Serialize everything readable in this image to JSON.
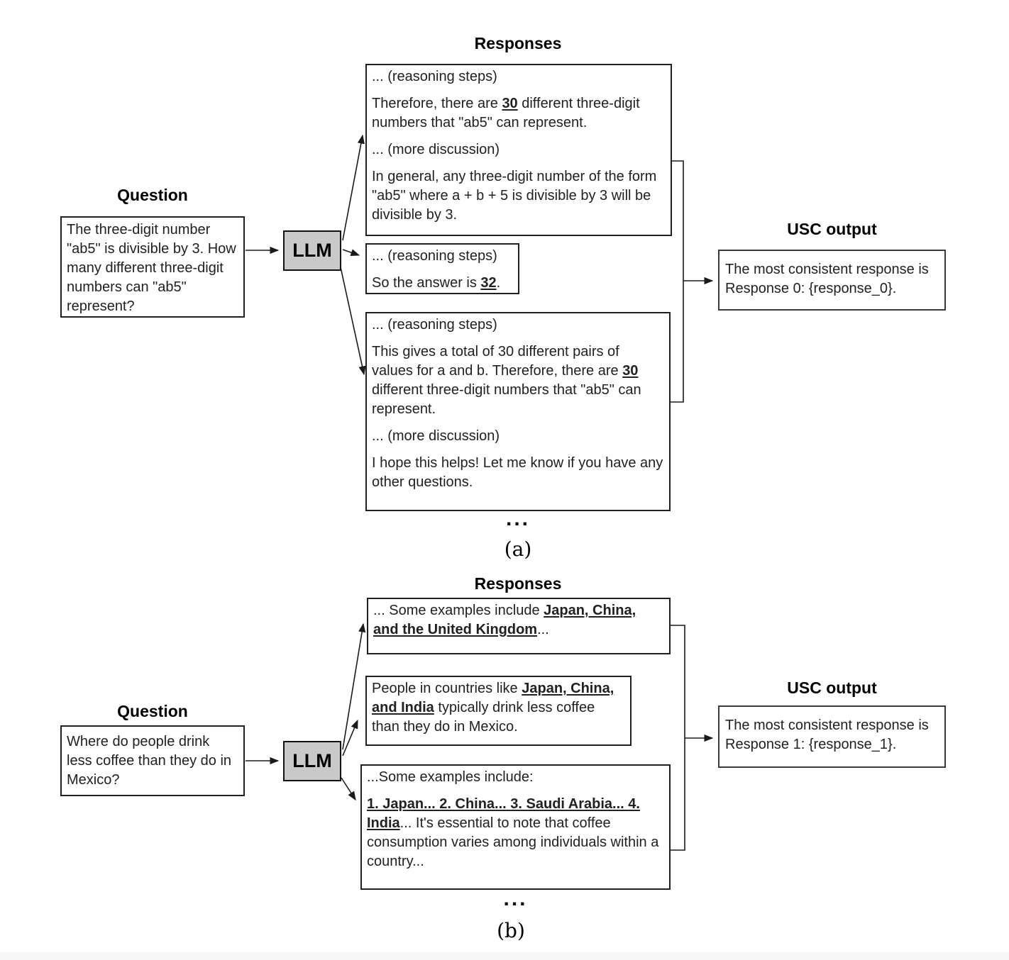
{
  "colors": {
    "llm_box_fill": "#c9c9c9",
    "box_border": "#1f1f1f",
    "text": "#212121"
  },
  "panel_a": {
    "caption": "(a)",
    "responses_title": "Responses",
    "question_title": "Question",
    "usc_title": "USC output",
    "llm_label": "LLM",
    "question": "The three-digit number \"ab5\" is divisible by 3. How many different three-digit numbers can \"ab5\" represent?",
    "responses": [
      {
        "paragraphs": [
          [
            {
              "t": "... (reasoning steps)"
            }
          ],
          [
            {
              "t": "Therefore, there are "
            },
            {
              "t": "30",
              "s": "bu"
            },
            {
              "t": " different three-digit numbers that \"ab5\" can represent."
            }
          ],
          [
            {
              "t": "... (more discussion)"
            }
          ],
          [
            {
              "t": "In general, any three-digit number of the form \"ab5\" where a + b + 5 is divisible by 3 will be divisible by 3."
            }
          ]
        ]
      },
      {
        "paragraphs": [
          [
            {
              "t": "... (reasoning steps)"
            }
          ],
          [
            {
              "t": "So the answer is "
            },
            {
              "t": "32",
              "s": "bu"
            },
            {
              "t": "."
            }
          ]
        ]
      },
      {
        "paragraphs": [
          [
            {
              "t": "... (reasoning steps)"
            }
          ],
          [
            {
              "t": "This gives a total of 30 different pairs of values for a and b. Therefore, there are "
            },
            {
              "t": "30",
              "s": "bu"
            },
            {
              "t": " different three-digit numbers that \"ab5\" can represent."
            }
          ],
          [
            {
              "t": "... (more discussion)"
            }
          ],
          [
            {
              "t": "I hope this helps! Let me know if you have any other questions."
            }
          ]
        ]
      }
    ],
    "more_responses": "...",
    "usc_output": "The most consistent response is Response 0: {response_0}."
  },
  "panel_b": {
    "caption": "(b)",
    "responses_title": "Responses",
    "question_title": "Question",
    "usc_title": "USC output",
    "llm_label": "LLM",
    "question": "Where do people drink less coffee than they do in Mexico?",
    "responses": [
      {
        "paragraphs": [
          [
            {
              "t": "... Some examples include "
            },
            {
              "t": "Japan, China, and the United Kingdom",
              "s": "bu"
            },
            {
              "t": "..."
            }
          ]
        ]
      },
      {
        "paragraphs": [
          [
            {
              "t": "People in countries like "
            },
            {
              "t": "Japan, China, and India",
              "s": "bu"
            },
            {
              "t": " typically drink less coffee than they do in Mexico."
            }
          ]
        ]
      },
      {
        "paragraphs": [
          [
            {
              "t": "...Some examples include:"
            }
          ],
          [
            {
              "t": "1. Japan... 2. China... 3. Saudi Arabia... 4. India",
              "s": "bu"
            },
            {
              "t": "... It's essential to note that coffee consumption varies among individuals within a country..."
            }
          ]
        ]
      }
    ],
    "more_responses": "...",
    "usc_output": "The most consistent response is Response 1: {response_1}."
  }
}
